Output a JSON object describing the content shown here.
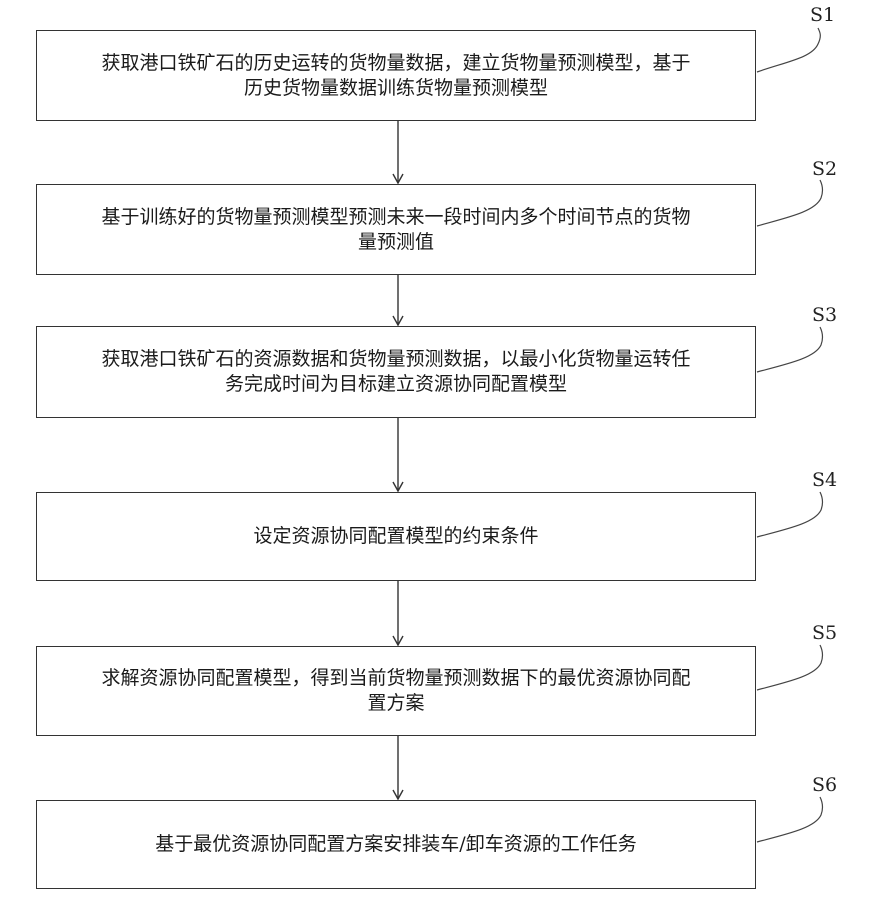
{
  "steps": [
    {
      "label": "S1",
      "line1": "获取港口铁矿石的历史运转的货物量数据，建立货物量预测模型，基于",
      "line2": "历史货物量数据训练货物量预测模型"
    },
    {
      "label": "S2",
      "line1": "基于训练好的货物量预测模型预测未来一段时间内多个时间节点的货物",
      "line2": "量预测值"
    },
    {
      "label": "S3",
      "line1": "获取港口铁矿石的资源数据和货物量预测数据，以最小化货物量运转任",
      "line2": "务完成时间为目标建立资源协同配置模型"
    },
    {
      "label": "S4",
      "line1": "设定资源协同配置模型的约束条件",
      "line2": ""
    },
    {
      "label": "S5",
      "line1": "求解资源协同配置模型，得到当前货物量预测数据下的最优资源协同配",
      "line2": "置方案"
    },
    {
      "label": "S6",
      "line1": "基于最优资源协同配置方案安排装车/卸车资源的工作任务",
      "line2": ""
    }
  ]
}
